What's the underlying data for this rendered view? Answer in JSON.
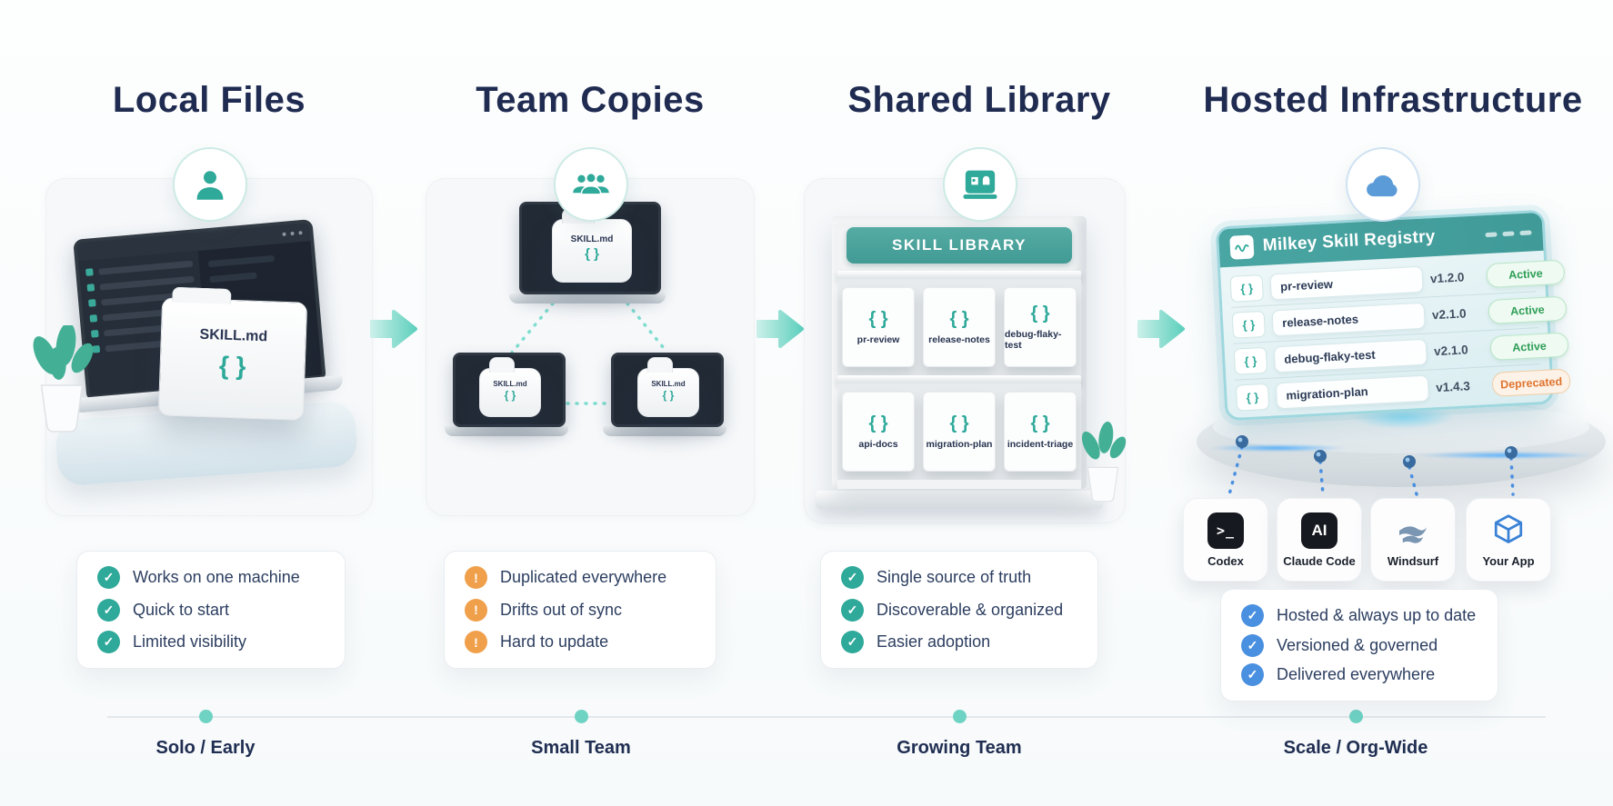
{
  "columns": [
    {
      "title": "Local Files",
      "badge_icon": "person-icon",
      "feature_icon": "check-icon",
      "feature_icon_color": "#2ea99a",
      "features": [
        "Works on one machine",
        "Quick to start",
        "Limited visibility"
      ],
      "stage": "Solo / Early"
    },
    {
      "title": "Team Copies",
      "badge_icon": "team-icon",
      "feature_icon": "warning-icon",
      "feature_icon_color": "#f0a04b",
      "features": [
        "Duplicated everywhere",
        "Drifts out of sync",
        "Hard to update"
      ],
      "stage": "Small Team"
    },
    {
      "title": "Shared Library",
      "badge_icon": "library-icon",
      "feature_icon": "check-icon",
      "feature_icon_color": "#2ea99a",
      "features": [
        "Single source of truth",
        "Discoverable & organized",
        "Easier adoption"
      ],
      "stage": "Growing Team"
    },
    {
      "title": "Hosted Infrastructure",
      "badge_icon": "cloud-icon",
      "feature_icon": "check-icon",
      "feature_icon_color": "#4a90e0",
      "features": [
        "Hosted & always up to date",
        "Versioned & governed",
        "Delivered everywhere"
      ],
      "stage": "Scale / Org-Wide"
    }
  ],
  "glyphs": {
    "braces": "{ }",
    "check": "✓",
    "warning": "!"
  },
  "local_files": {
    "file_label": "SKILL.md"
  },
  "team_copies": {
    "file_label": "SKILL.md"
  },
  "shared_library": {
    "sign": "SKILL LIBRARY",
    "shelf_top": [
      "pr-review",
      "release-notes",
      "debug-flaky-test"
    ],
    "shelf_bottom": [
      "api-docs",
      "migration-plan",
      "incident-triage"
    ]
  },
  "registry": {
    "title": "Milkey Skill Registry",
    "rows": [
      {
        "name": "pr-review",
        "version": "v1.2.0",
        "status": "Active"
      },
      {
        "name": "release-notes",
        "version": "v2.1.0",
        "status": "Active"
      },
      {
        "name": "debug-flaky-test",
        "version": "v2.1.0",
        "status": "Active"
      },
      {
        "name": "migration-plan",
        "version": "v1.4.3",
        "status": "Deprecated"
      }
    ]
  },
  "tools": [
    {
      "label": "Codex",
      "icon": "terminal-icon",
      "icon_text": ">_"
    },
    {
      "label": "Claude Code",
      "icon": "ai-badge-icon",
      "icon_text": "AI"
    },
    {
      "label": "Windsurf",
      "icon": "windsurf-wave-icon"
    },
    {
      "label": "Your App",
      "icon": "cube-icon"
    }
  ],
  "colors": {
    "teal": "#2ea99a",
    "arrow_teal": "#6fd3c4",
    "orange": "#f0a04b",
    "blue": "#4a90e0",
    "navy": "#1f2b50",
    "green_active": "#2f9e57",
    "deprecated_orange": "#df7430",
    "registry_header": "#47a3a0"
  }
}
